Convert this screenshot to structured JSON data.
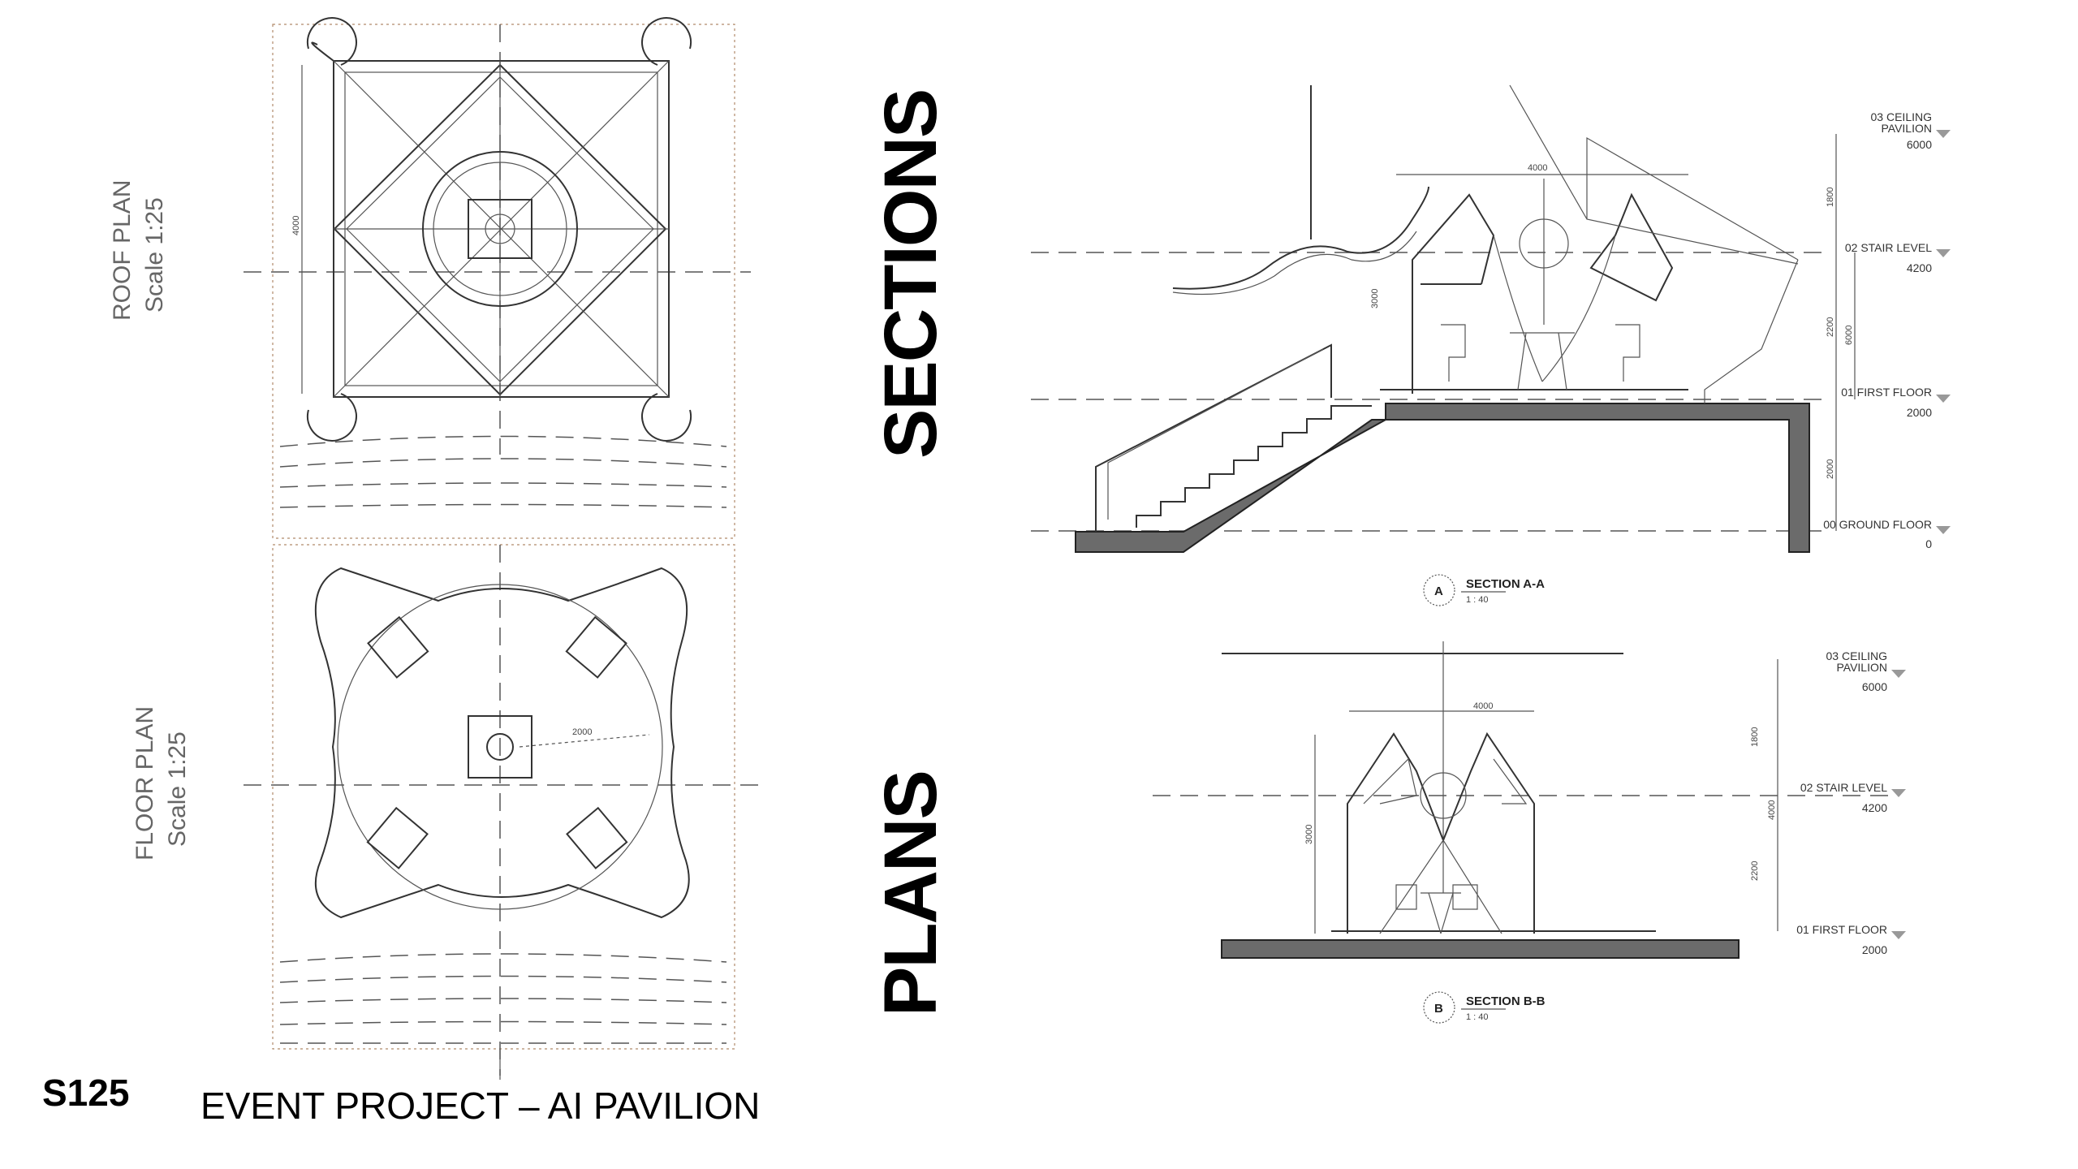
{
  "sheet": {
    "number": "S125",
    "title": "EVENT PROJECT – AI PAVILION"
  },
  "headings": {
    "sections": "SECTIONS",
    "plans": "PLANS"
  },
  "roof_plan": {
    "label": "ROOF PLAN",
    "scale": "Scale 1:25",
    "dim": "4000"
  },
  "floor_plan": {
    "label": "FLOOR PLAN",
    "scale": "Scale 1:25",
    "radius_dim": "2000"
  },
  "section_a": {
    "marker": "A",
    "title": "SECTION A-A",
    "scale": "1 : 40",
    "width_dim": "4000",
    "height_dim": "3000",
    "dims": [
      "1800",
      "2200",
      "2000",
      "6000"
    ],
    "levels": [
      {
        "name_1": "03 CEILING",
        "name_2": "PAVILION",
        "value": "6000"
      },
      {
        "name": "02 STAIR LEVEL",
        "value": "4200"
      },
      {
        "name": "01 FIRST FLOOR",
        "value": "2000"
      },
      {
        "name": "00 GROUND FLOOR",
        "value": "0"
      }
    ]
  },
  "section_b": {
    "marker": "B",
    "title": "SECTION B-B",
    "scale": "1 : 40",
    "width_dim": "4000",
    "height_dim": "3000",
    "dims": [
      "1800",
      "2200",
      "4000"
    ],
    "levels": [
      {
        "name_1": "03 CEILING",
        "name_2": "PAVILION",
        "value": "6000"
      },
      {
        "name": "02 STAIR LEVEL",
        "value": "4200"
      },
      {
        "name": "01 FIRST FLOOR",
        "value": "2000"
      }
    ]
  }
}
